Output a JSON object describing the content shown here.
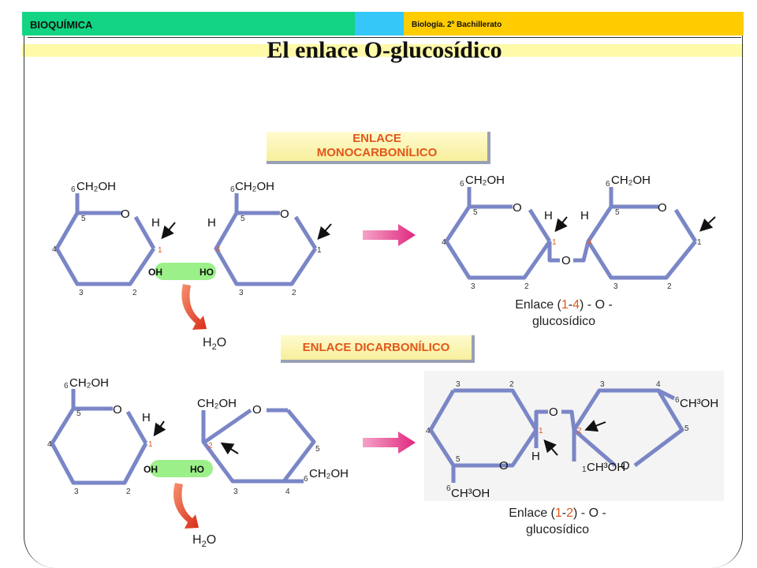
{
  "header": {
    "left": "BIOQUÍMICA",
    "right": "Biología. 2º Bachillerato"
  },
  "colors": {
    "green": "#12d483",
    "cyan": "#34c7f7",
    "yellow": "#ffcc00",
    "title_band": "#fffaa8",
    "bond": "#7a86c6",
    "number": "#e2571a",
    "arrow": "#e83d8e",
    "water_arrow": "#e84324",
    "hydroxyl_pill": "#9cf08a"
  },
  "title": "El enlace O-glucosídico",
  "boxes": {
    "mono_line1": "ENLACE",
    "mono_line2": "MONOCARBONÍLICO",
    "di": "ENLACE DICARBONÍLICO"
  },
  "caption1": {
    "pre": "Enlace (",
    "a": "1",
    "mid": "-",
    "b": "4",
    "post": ") - O -",
    "line2": "glucosídico"
  },
  "caption2": {
    "pre": "Enlace (",
    "a": "1",
    "mid": "-",
    "b": "2",
    "post": ") - O -",
    "line2": "glucosídico"
  },
  "water": {
    "h": "H",
    "two": "2",
    "o": "O"
  },
  "labels": {
    "ch2oh": "CH₂OH",
    "o": "O",
    "h": "H",
    "oh": "OH",
    "ho": "HO",
    "ch3oh": "CH³OH"
  },
  "numbers": {
    "n1": "1",
    "n2": "2",
    "n3": "3",
    "n4": "4",
    "n5": "5",
    "n6": "6"
  }
}
